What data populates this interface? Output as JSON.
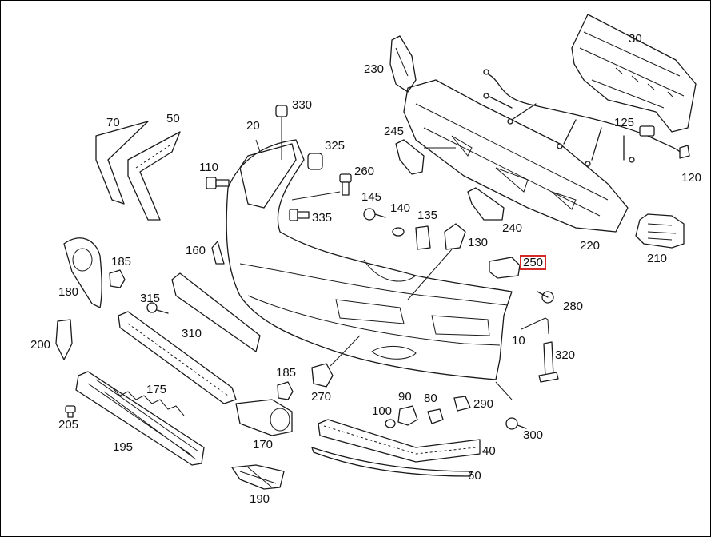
{
  "diagram": {
    "highlight_color": "#d42a2a",
    "callouts": {
      "c30": "30",
      "c230": "230",
      "c330": "330",
      "c20": "20",
      "c325": "325",
      "c245": "245",
      "c125": "125",
      "c70": "70",
      "c50": "50",
      "c110": "110",
      "c260": "260",
      "c120": "120",
      "c145": "145",
      "c140": "140",
      "c135": "135",
      "c335": "335",
      "c240": "240",
      "c130": "130",
      "c220": "220",
      "c210": "210",
      "c160": "160",
      "c250": "250",
      "c185a": "185",
      "c180": "180",
      "c315": "315",
      "c280": "280",
      "c310": "310",
      "c10": "10",
      "c200": "200",
      "c320": "320",
      "c175": "175",
      "c185b": "185",
      "c270": "270",
      "c90": "90",
      "c80": "80",
      "c290": "290",
      "c205": "205",
      "c100": "100",
      "c170": "170",
      "c300": "300",
      "c195": "195",
      "c40": "40",
      "c60": "60",
      "c190": "190"
    }
  }
}
